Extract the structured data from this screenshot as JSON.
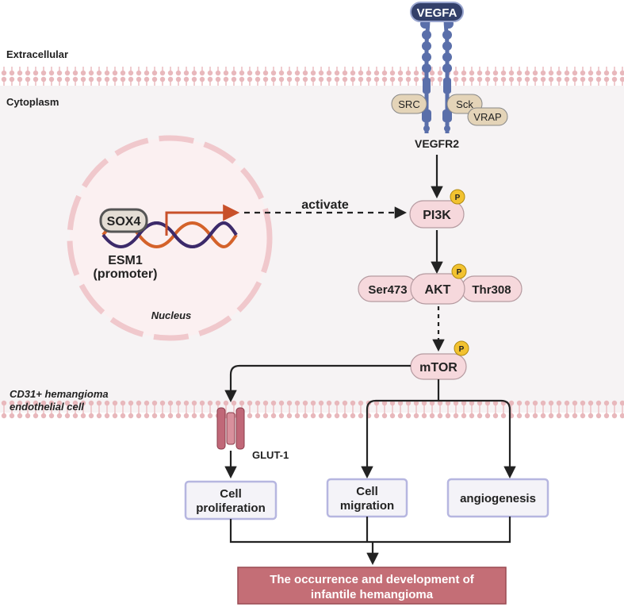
{
  "regions": {
    "extracellular": "Extracellular",
    "cytoplasm": "Cytoplasm",
    "cell_type_line1": "CD31+ hemangioma",
    "cell_type_line2": "endothelial cell",
    "nucleus": "Nucleus"
  },
  "receptor": {
    "ligand": "VEGFA",
    "name": "VEGFR2",
    "adaptor_left": "SRC",
    "adaptor_right": "Sck",
    "adaptor_extra": "VRAP"
  },
  "nucleus_box": {
    "factor": "SOX4",
    "gene_line1": "ESM1",
    "gene_line2": "(promoter)",
    "edge_label": "activate"
  },
  "pathway": {
    "pi3k": "PI3K",
    "akt": "AKT",
    "akt_left_site": "Ser473",
    "akt_right_site": "Thr308",
    "mtor": "mTOR",
    "phospho_mark": "P",
    "transporter": "GLUT-1"
  },
  "outcomes": {
    "proliferation_line1": "Cell",
    "proliferation_line2": "proliferation",
    "migration_line1": "Cell",
    "migration_line2": "migration",
    "angiogenesis": "angiogenesis",
    "final_line1": "The occurrence and development of",
    "final_line2": "infantile hemangioma"
  },
  "colors": {
    "membrane": "#e8b8bc",
    "cytoplasm_bg": "#f6f3f4",
    "receptor": "#5a6faa",
    "node_fill": "#f6d8dc",
    "phospho": "#f2c230",
    "final_box": "#c46e76",
    "outcome_border": "#b6b6e0",
    "dna_orange": "#d4622a",
    "dna_purple": "#3c2a6a"
  }
}
